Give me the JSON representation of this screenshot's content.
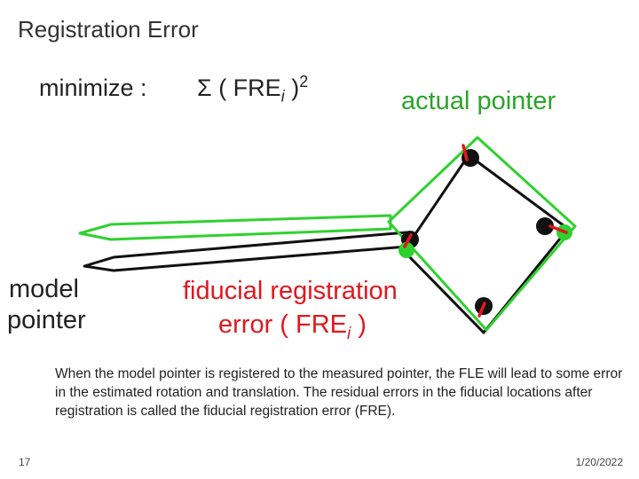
{
  "slide": {
    "title": "Registration Error",
    "minimize_label": "minimize :",
    "formula": {
      "prefix": "Σ ( FRE",
      "subscript": "i",
      "suffix": " )",
      "superscript": "2"
    },
    "actual_pointer_label": "actual pointer",
    "model_pointer_label": [
      "model",
      "pointer"
    ],
    "fre_label": {
      "line1": "fiducial registration",
      "line2_prefix": "error ( FRE",
      "line2_subscript": "i",
      "line2_suffix": " )"
    },
    "description": "When the model pointer is registered to the measured pointer, the FLE will lead to some error in the estimated rotation and translation. The residual errors in the fiducial locations after registration is called the fiducial registration error (FRE).",
    "page_number": "17",
    "date": "1/20/2022"
  },
  "colors": {
    "actual": "#2fd12f",
    "model": "#111111",
    "error": "#e0181e",
    "fiducial": "#111111"
  }
}
